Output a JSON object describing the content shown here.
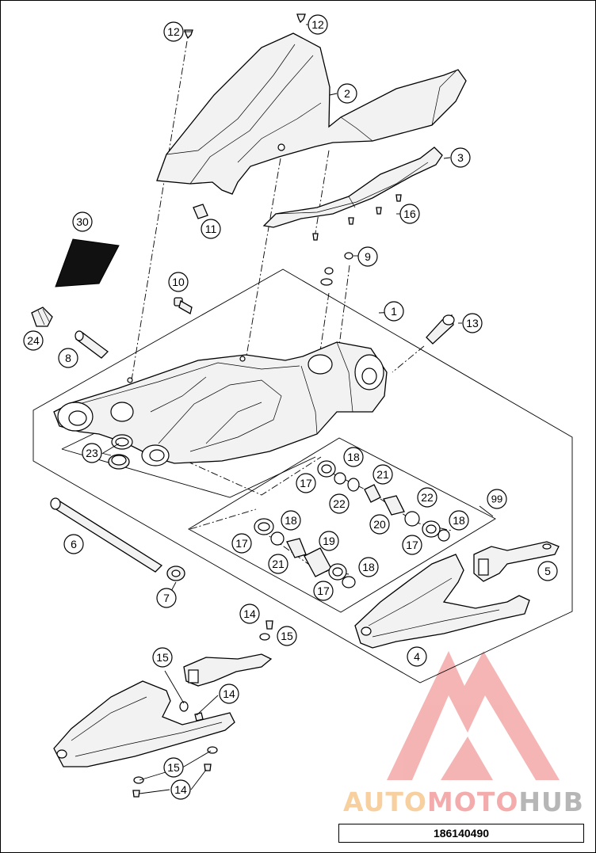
{
  "diagram": {
    "part_labels": [
      "1",
      "2",
      "3",
      "4",
      "5",
      "6",
      "7",
      "8",
      "9",
      "10",
      "11",
      "12",
      "12",
      "13",
      "14",
      "14",
      "14",
      "15",
      "15",
      "15",
      "16",
      "17",
      "17",
      "17",
      "17",
      "18",
      "18",
      "18",
      "18",
      "19",
      "20",
      "21",
      "21",
      "22",
      "22",
      "23",
      "24",
      "30",
      "99"
    ]
  },
  "reference_number": "186140490",
  "watermark": {
    "part1": "AUTO",
    "part2": "MOTO",
    "part3": "HUB",
    "colors": {
      "auto": "#f2a341",
      "moto": "#ea5a5a",
      "hub": "#6f6f6f"
    }
  }
}
